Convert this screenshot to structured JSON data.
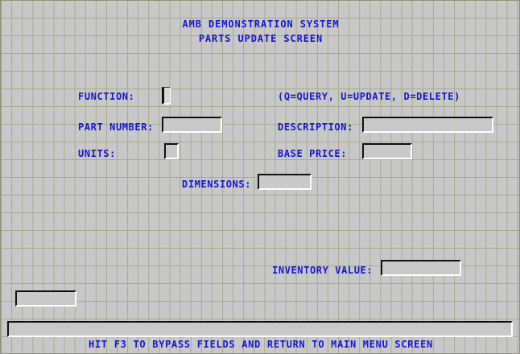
{
  "window": {
    "background_color": "#c8c8c8",
    "gridline_color": "#a6a98d",
    "text_color": "#1515d2"
  },
  "header": {
    "line1": "AMB DEMONSTRATION SYSTEM",
    "line2": "PARTS UPDATE SCREEN"
  },
  "form": {
    "function": {
      "label": "FUNCTION:",
      "value": "",
      "hint": "(Q=QUERY, U=UPDATE, D=DELETE)"
    },
    "part_number": {
      "label": "PART NUMBER:",
      "value": ""
    },
    "description": {
      "label": "DESCRIPTION:",
      "value": ""
    },
    "units": {
      "label": "UNITS:",
      "value": ""
    },
    "base_price": {
      "label": "BASE PRICE:",
      "value": ""
    },
    "dimensions": {
      "label": "DIMENSIONS:",
      "value": ""
    },
    "inventory_value": {
      "label": "INVENTORY VALUE:",
      "value": ""
    },
    "scratch_field": {
      "value": ""
    }
  },
  "footer": {
    "message_bar_value": "",
    "status_text": "HIT F3 TO BYPASS FIELDS AND RETURN TO MAIN MENU SCREEN"
  }
}
